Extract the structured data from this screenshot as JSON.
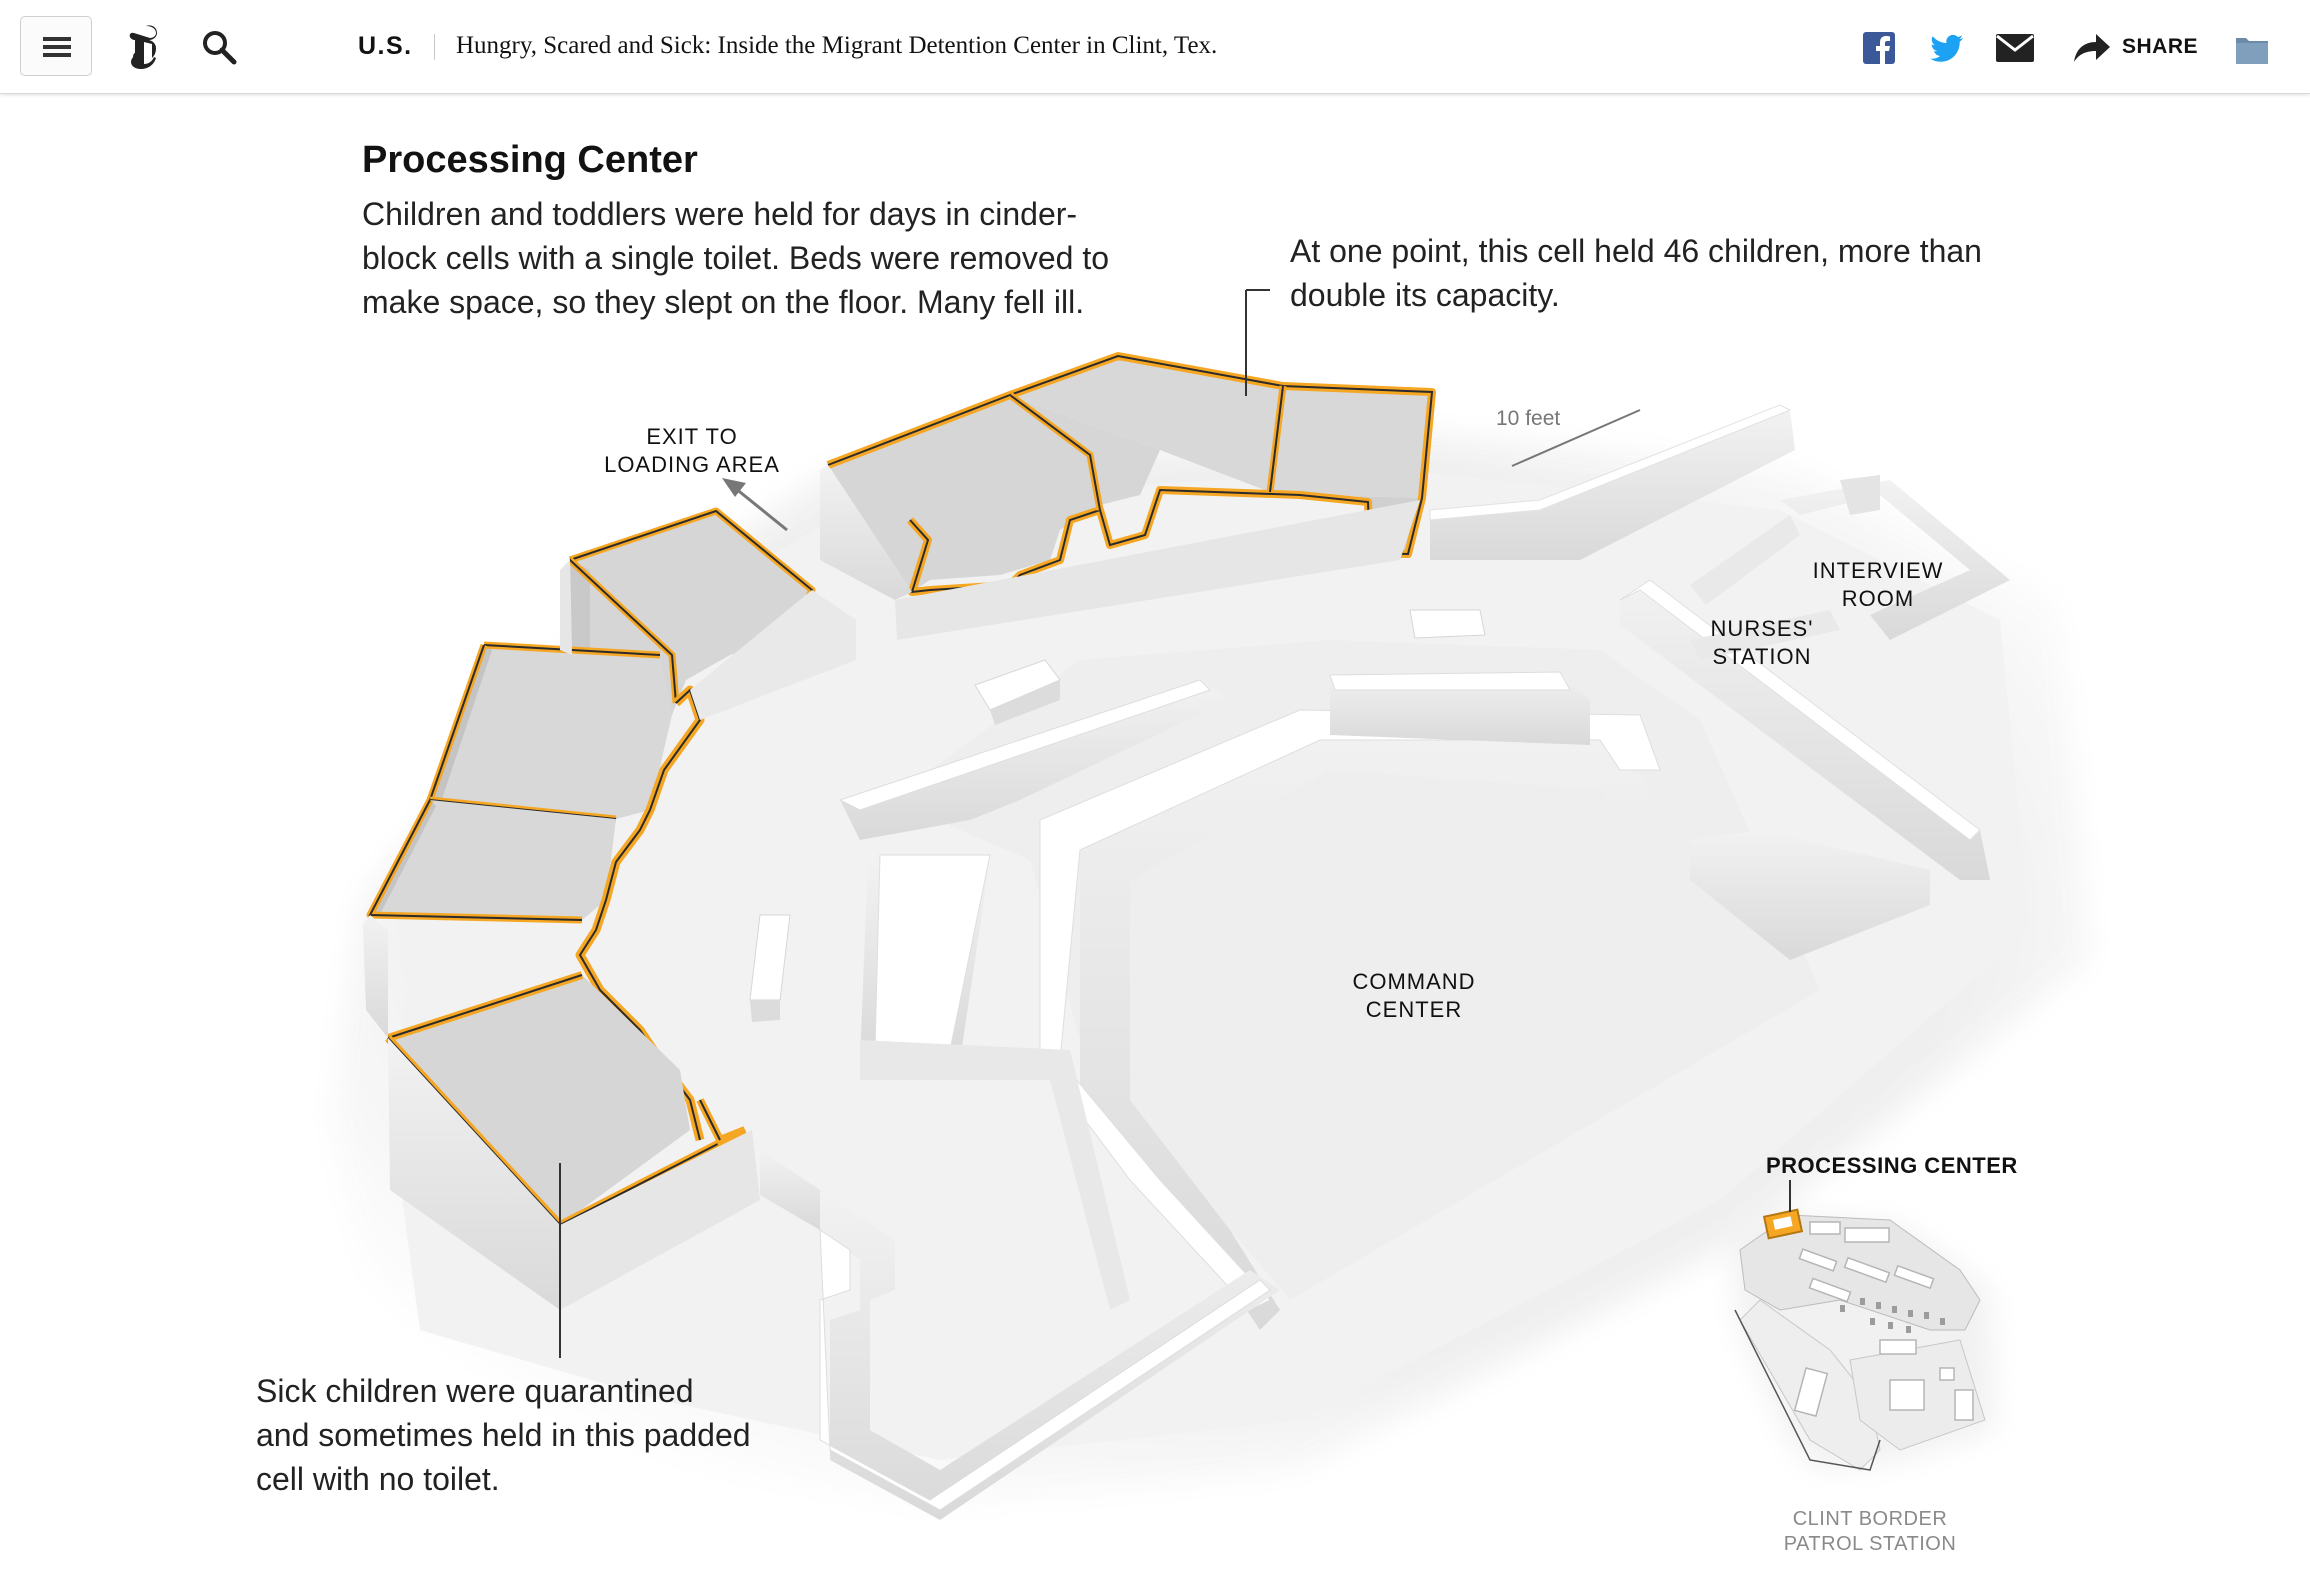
{
  "header": {
    "menu_icon": "hamburger-menu-icon",
    "logo_icon": "nyt-logo-icon",
    "search_icon": "search-icon",
    "section": "U.S.",
    "headline": "Hungry, Scared and Sick: Inside the Migrant Detention Center in Clint, Tex.",
    "share_label": "SHARE",
    "tools": [
      "facebook-icon",
      "twitter-icon",
      "email-icon",
      "share-arrow-icon",
      "save-folder-icon"
    ]
  },
  "graphic": {
    "title": "Processing Center",
    "body_lines": [
      "Children and toddlers were held for days in cinder-",
      "block cells with a single toilet. Beds were removed to",
      "make space, so they slept on the floor. Many fell ill."
    ],
    "annotation_cell": [
      "At one point, this cell held 46 children, more than",
      "double its capacity."
    ],
    "annotation_sick": [
      "Sick children were quarantined",
      "and sometimes held in this padded",
      "cell with no toilet."
    ],
    "labels": {
      "exit": [
        "EXIT TO",
        "LOADING AREA"
      ],
      "interview": [
        "INTERVIEW",
        "ROOM"
      ],
      "nurses": [
        "NURSES'",
        "STATION"
      ],
      "command": [
        "COMMAND",
        "CENTER"
      ]
    },
    "scale": "10 feet",
    "inset_title": "PROCESSING CENTER",
    "inset_caption": [
      "CLINT BORDER",
      "PATROL STATION"
    ],
    "colors": {
      "highlight": "#f5a623",
      "wall_top": "#ffffff",
      "wall_side": "#e3e3e3",
      "floor": "#f3f3f3",
      "cell_floor": "#dcdcdc"
    }
  }
}
